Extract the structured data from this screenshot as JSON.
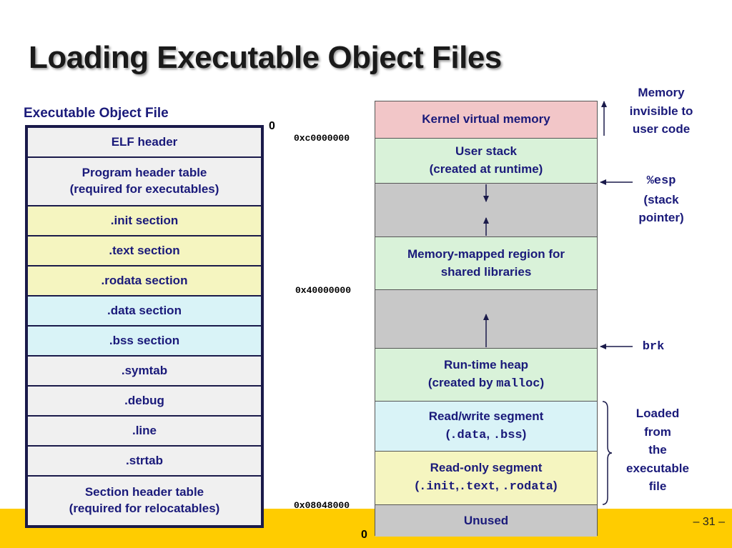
{
  "title": "Loading Executable Object Files",
  "page_number": "– 31 –",
  "colors": {
    "footer": "#ffcc00",
    "kernel": "#f2c6c8",
    "green": "#d9f2d9",
    "gray": "#c8c8c8",
    "cyan": "#d9f3f7",
    "yellow": "#f5f5c0",
    "plain": "#f0f0f0",
    "text": "#1a1a7a"
  },
  "object_file": {
    "caption": "Executable Object File",
    "zero_label": "0",
    "sections": [
      {
        "label": "ELF header",
        "color": "plain"
      },
      {
        "label": "Program header table\n(required for executables)",
        "color": "plain"
      },
      {
        "label": ".init section",
        "color": "yellow"
      },
      {
        "label": ".text section",
        "color": "yellow"
      },
      {
        "label": ".rodata section",
        "color": "yellow"
      },
      {
        "label": ".data section",
        "color": "cyan"
      },
      {
        "label": ".bss section",
        "color": "cyan"
      },
      {
        "label": ".symtab",
        "color": "plain"
      },
      {
        "label": ".debug",
        "color": "plain"
      },
      {
        "label": ".line",
        "color": "plain"
      },
      {
        "label": ".strtab",
        "color": "plain"
      },
      {
        "label": "Section header table\n(required for relocatables)",
        "color": "plain"
      }
    ]
  },
  "memory": {
    "addresses": {
      "kernel_start": "0xc0000000",
      "shared_libs": "0x40000000",
      "text_start": "0x08048000",
      "bottom": "0"
    },
    "regions": {
      "kernel": "Kernel virtual memory",
      "user_stack_line1": "User stack",
      "user_stack_line2": "(created at runtime)",
      "mmap_line1": "Memory-mapped region for",
      "mmap_line2": "shared libraries",
      "heap_line1": "Run-time heap",
      "heap_line2_prefix": "(created by ",
      "heap_line2_code": "malloc",
      "heap_line2_suffix": ")",
      "rw_line1": "Read/write segment",
      "rw_line2_open": "(",
      "rw_line2_code1": ".data",
      "rw_line2_sep": ", ",
      "rw_line2_code2": ".bss",
      "rw_line2_close": ")",
      "ro_line1": "Read-only segment",
      "ro_line2_open": "(",
      "ro_line2_code1": ".init",
      "ro_line2_sep1": ",",
      "ro_line2_code2": ".text",
      "ro_line2_sep2": ", ",
      "ro_line2_code3": ".rodata",
      "ro_line2_close": ")",
      "unused": "Unused"
    }
  },
  "annotations": {
    "invisible_line1": "Memory",
    "invisible_line2": "invisible to",
    "invisible_line3": "user code",
    "esp_code": "%esp",
    "esp_line2": "(stack",
    "esp_line3": "pointer)",
    "brk_code": "brk",
    "loaded_line1": "Loaded",
    "loaded_line2": "from",
    "loaded_line3": "the",
    "loaded_line4": "executable",
    "loaded_line5": "file"
  }
}
